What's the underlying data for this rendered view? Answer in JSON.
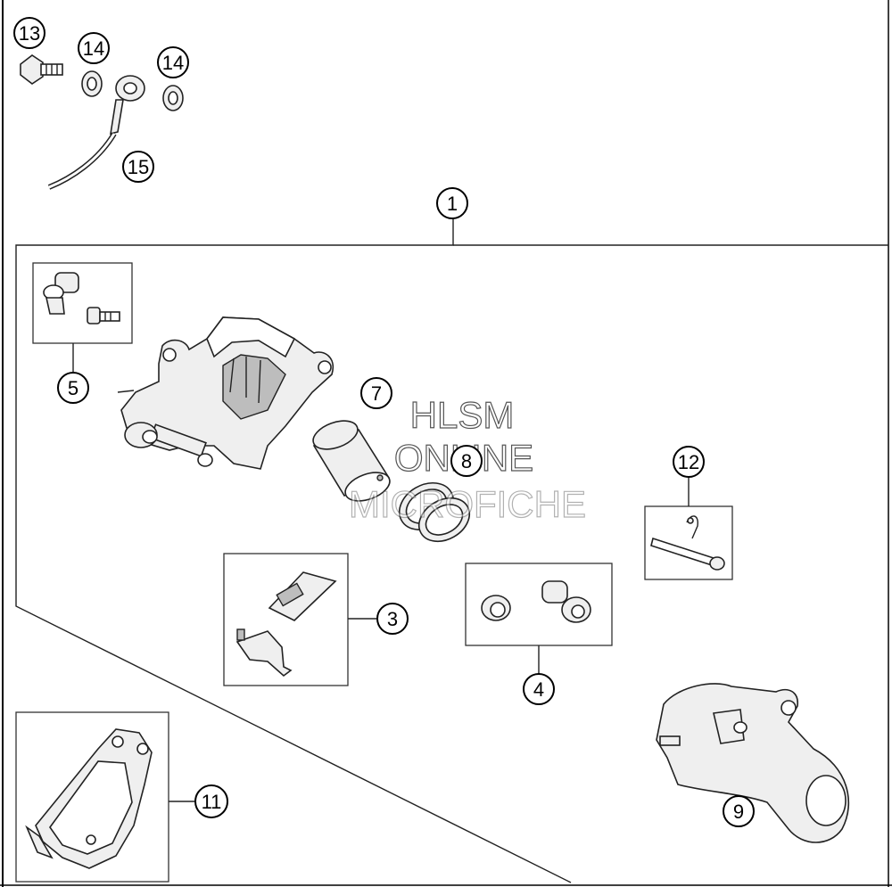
{
  "callouts": {
    "c1": "1",
    "c3": "3",
    "c4": "4",
    "c5": "5",
    "c7": "7",
    "c8": "8",
    "c9": "9",
    "c11": "11",
    "c12": "12",
    "c13": "13",
    "c14a": "14",
    "c14b": "14",
    "c15": "15"
  },
  "watermark": {
    "line1": "HLSM",
    "line2": "ONLINE",
    "line3": "MICROFICHE"
  }
}
